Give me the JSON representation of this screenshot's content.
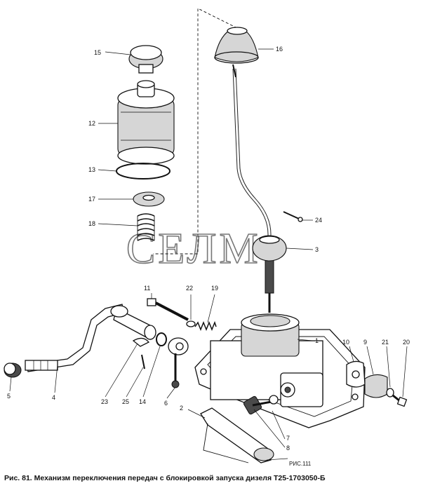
{
  "figure": {
    "watermark": "СЕЛМ",
    "caption": "Рис. 81. Механизм переключения передач с блокировкой запуска дизеля Т25-1703050-Б",
    "reference": "РИС.111",
    "callouts": {
      "c1": "1",
      "c2": "2",
      "c3": "3",
      "c4": "4",
      "c5": "5",
      "c6": "6",
      "c7": "7",
      "c8": "8",
      "c9": "9",
      "c10": "10",
      "c11": "11",
      "c12": "12",
      "c13": "13",
      "c14": "14",
      "c15": "15",
      "c16": "16",
      "c17": "17",
      "c18": "18",
      "c19": "19",
      "c20": "20",
      "c21": "21",
      "c22": "22",
      "c23": "23",
      "c24": "24",
      "c25": "25"
    }
  }
}
